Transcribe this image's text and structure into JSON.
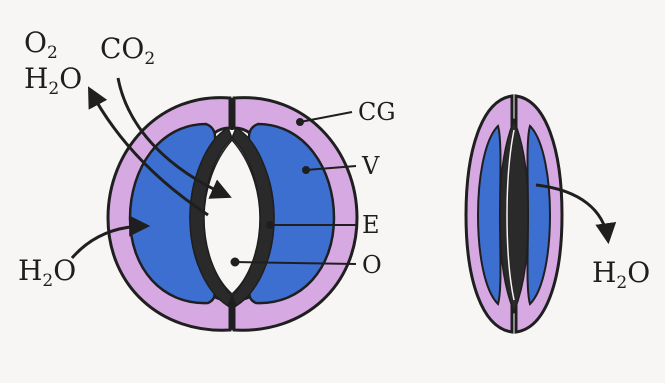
{
  "labels": {
    "o2": {
      "main": "O",
      "sub": "2"
    },
    "h2o_top": {
      "main": "H",
      "sub": "2",
      "rest": "O"
    },
    "co2": {
      "main": "CO",
      "sub": "2"
    },
    "cg": "CG",
    "v": "V",
    "e": "E",
    "o": "O",
    "h2o_left": {
      "main": "H",
      "sub": "2",
      "rest": "O"
    },
    "h2o_right": {
      "main": "H",
      "sub": "2",
      "rest": "O"
    }
  },
  "colors": {
    "cell_wall": "#d7a9e3",
    "vacuole": "#3d6fd1",
    "cytoplasm_dark": "#2a2a2a",
    "outline": "#1f1f1f",
    "background": "#f7f6f4"
  }
}
